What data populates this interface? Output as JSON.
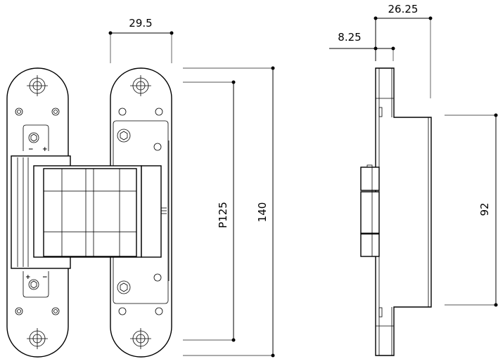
{
  "title": "Concealed hinge technical drawing",
  "dimensions": {
    "width_leaf": "29.5",
    "overall_length": "140",
    "hole_pitch": "P125",
    "depth_total": "26.25",
    "depth_offset": "8.25",
    "body_length": "92"
  },
  "adjust_marks": {
    "plus": "+",
    "minus": "−"
  },
  "colors": {
    "line": "#000000",
    "background": "#ffffff"
  }
}
